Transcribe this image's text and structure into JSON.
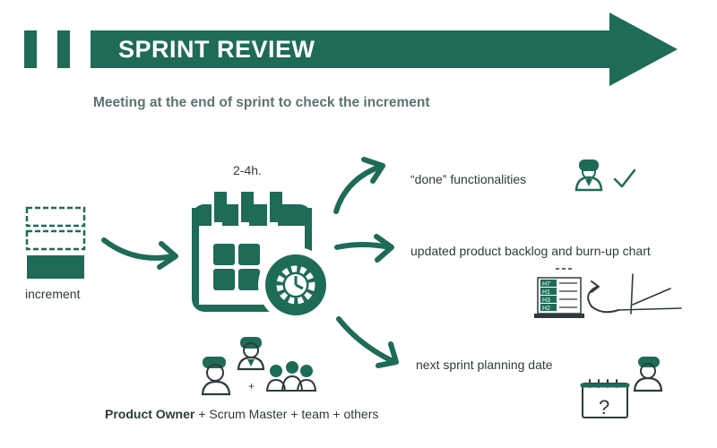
{
  "header": {
    "title": "SPRINT REVIEW",
    "subtitle": "Meeting at the end of sprint to check the increment"
  },
  "input": {
    "label": "increment"
  },
  "duration": {
    "label": "2-4h."
  },
  "outputs": [
    {
      "label": "“done” functionalities"
    },
    {
      "label": "updated product backlog and burn-up chart"
    },
    {
      "label": "next sprint planning date"
    }
  ],
  "backlog_rows": [
    "H7",
    "H1",
    "H3",
    "H2"
  ],
  "participants": {
    "plus": "+",
    "product_owner": "Product Owner",
    "rest": " + Scrum Master + team + others"
  },
  "icons": {
    "calendar": "calendar-gear-icon",
    "check": "checkmark-icon",
    "question": "question-mark-icon"
  },
  "colors": {
    "brand": "#1e6b57",
    "text": "#2e3b3a",
    "subtitle": "#5c7371"
  }
}
